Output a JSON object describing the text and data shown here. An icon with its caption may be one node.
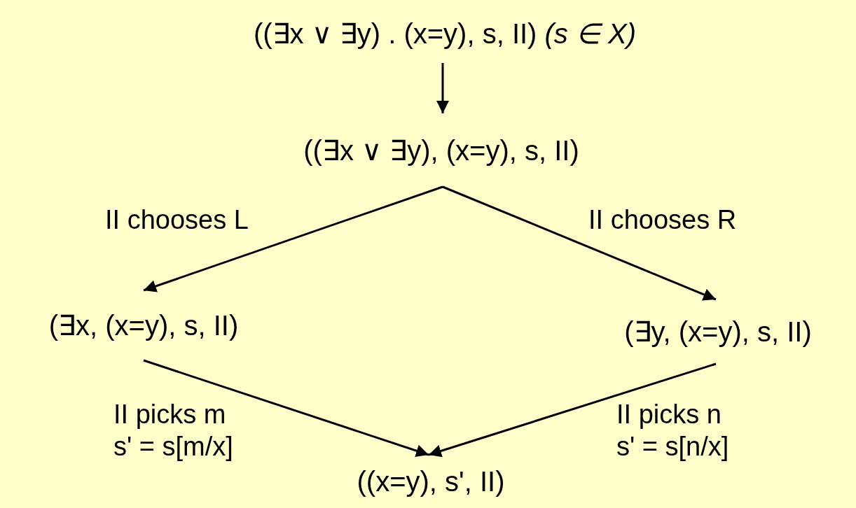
{
  "diagram": {
    "nodes": [
      {
        "text": [
          "((∃x ∨ ∃y) . (x=y), s, II) *(s ∈ X)*"
        ]
      },
      {
        "text": [
          "((∃x ∨ ∃y), (x=y), s, II)"
        ]
      },
      {
        "text": [
          "(∃x, (x=y), s, II)"
        ]
      },
      {
        "text": [
          "(∃y, (x=y), s, II)"
        ]
      },
      {
        "text": [
          "((x=y), s', II)"
        ]
      }
    ],
    "edges": [
      {
        "from": 0,
        "to": 1,
        "arrow": "to"
      },
      {
        "from": 1,
        "to": 2,
        "arrow": "to",
        "label": "II chooses L"
      },
      {
        "from": 1,
        "to": 3,
        "arrow": "to",
        "label": "II chooses R"
      },
      {
        "from": 2,
        "to": 4,
        "arrow": "to",
        "label": "II picks m s' = s[m/x]"
      },
      {
        "from": 3,
        "to": 4,
        "arrow": "to",
        "label": "II picks n s' = s[n/x]"
      }
    ]
  }
}
